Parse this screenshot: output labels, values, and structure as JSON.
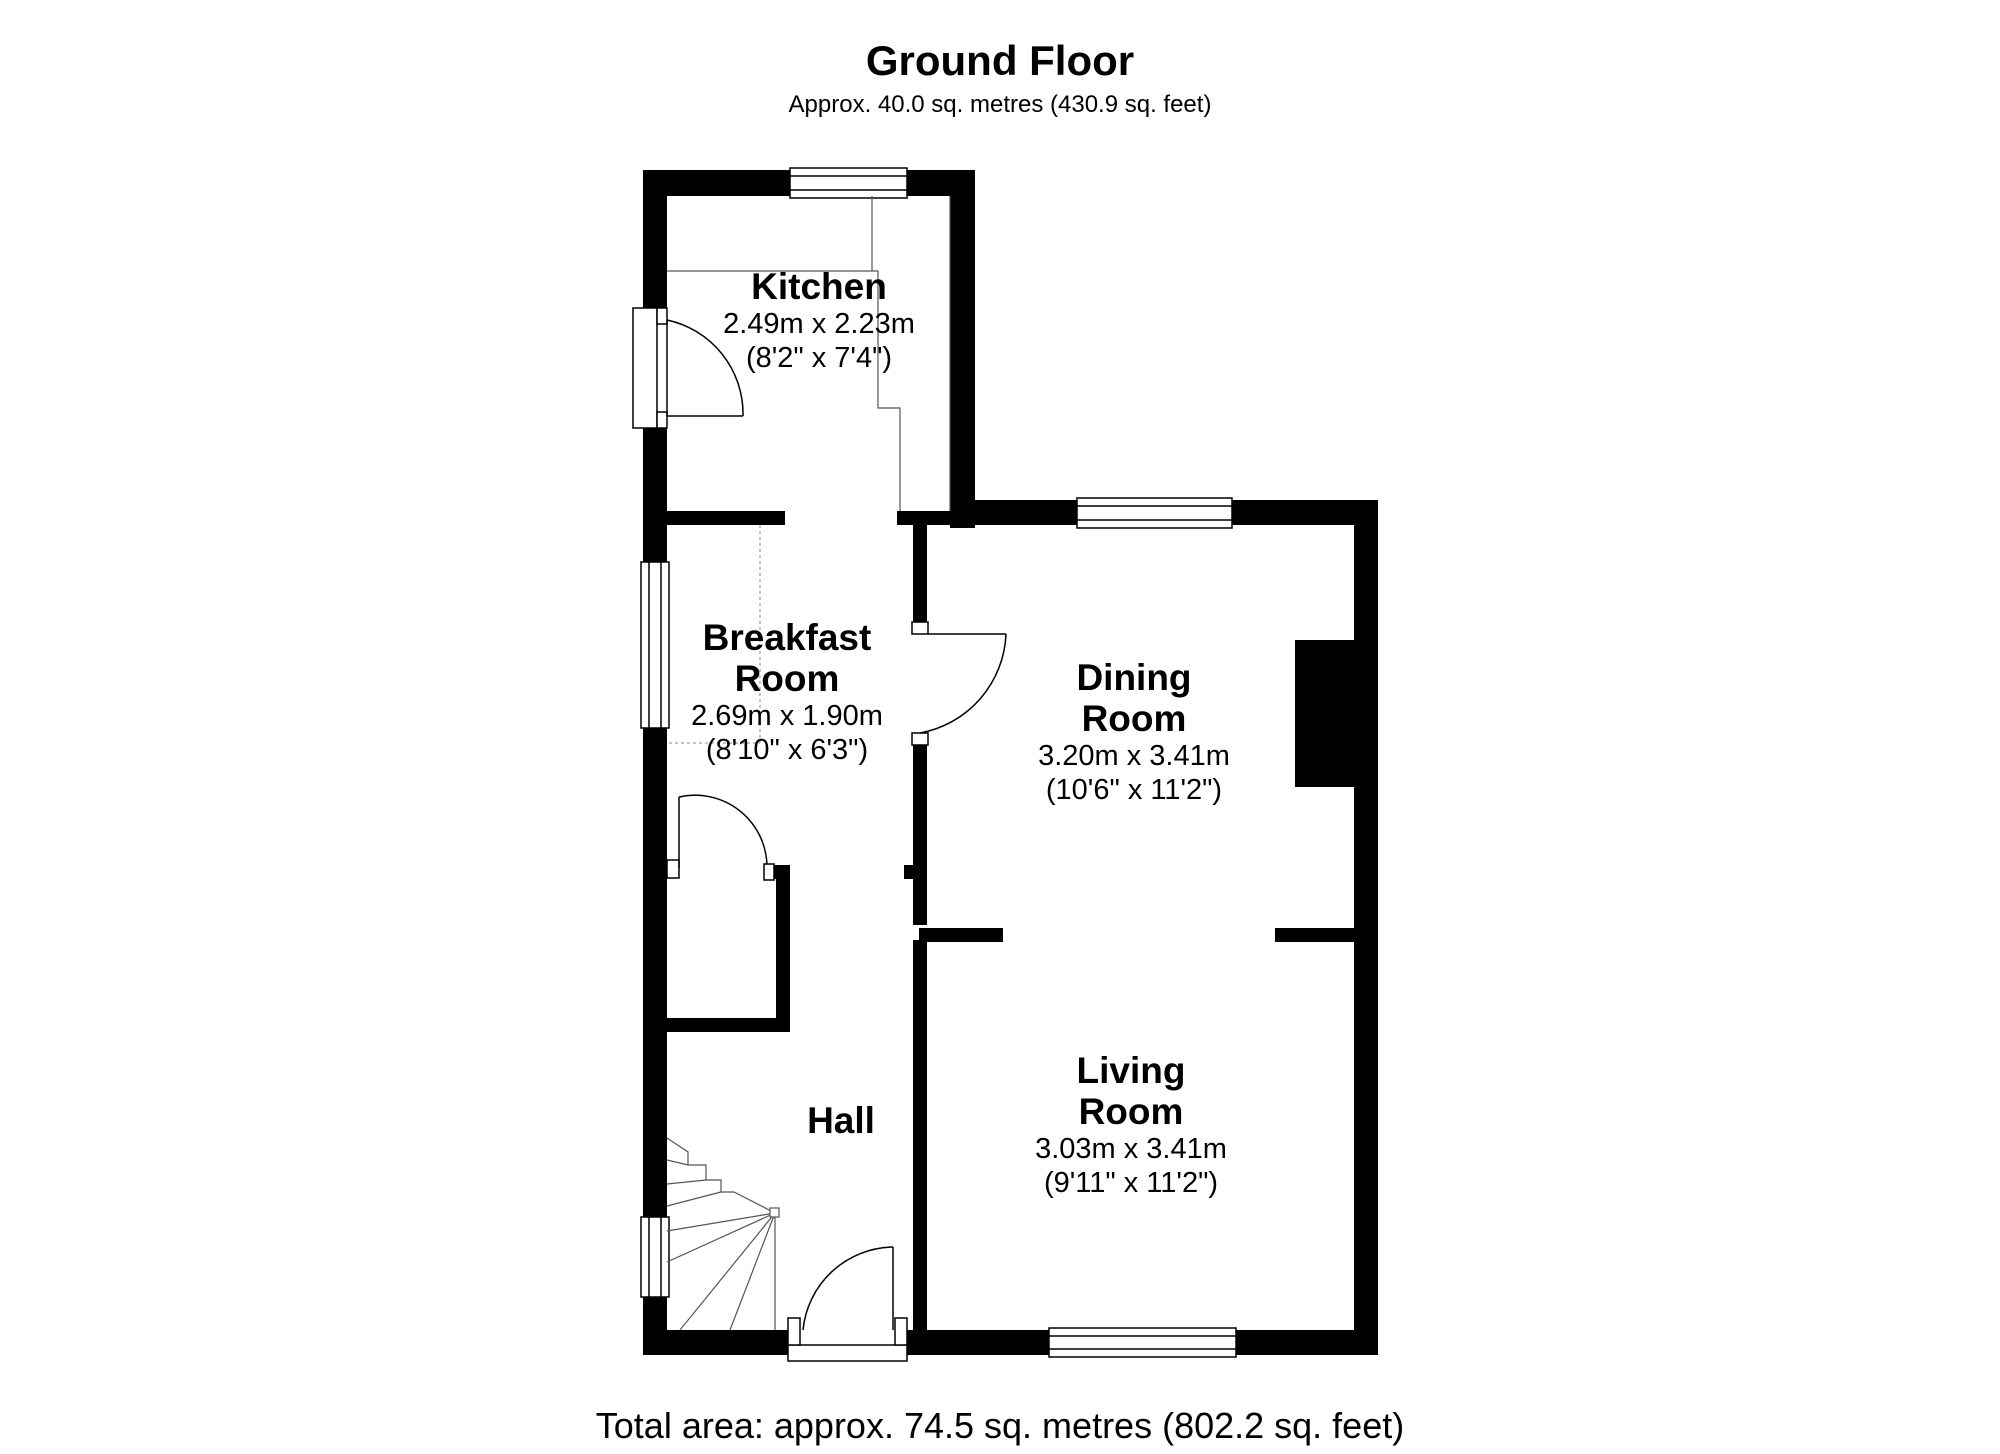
{
  "floor": {
    "title": "Ground Floor",
    "area": "Approx. 40.0 sq. metres (430.9 sq. feet)"
  },
  "rooms": {
    "kitchen": {
      "name": "Kitchen",
      "metric": "2.49m x 2.23m",
      "imperial": "(8'2\" x 7'4\")"
    },
    "breakfast": {
      "name_line1": "Breakfast",
      "name_line2": "Room",
      "metric": "2.69m x 1.90m",
      "imperial": "(8'10\" x 6'3\")"
    },
    "dining": {
      "name_line1": "Dining",
      "name_line2": "Room",
      "metric": "3.20m x 3.41m",
      "imperial": "(10'6\" x 11'2\")"
    },
    "living": {
      "name_line1": "Living",
      "name_line2": "Room",
      "metric": "3.03m x 3.41m",
      "imperial": "(9'11\" x 11'2\")"
    },
    "hall": {
      "name": "Hall"
    }
  },
  "footer": {
    "total": "Total area: approx. 74.5 sq. metres (802.2 sq. feet)"
  },
  "colors": {
    "wall": "#000000",
    "background": "#ffffff",
    "detail": "#555555"
  }
}
